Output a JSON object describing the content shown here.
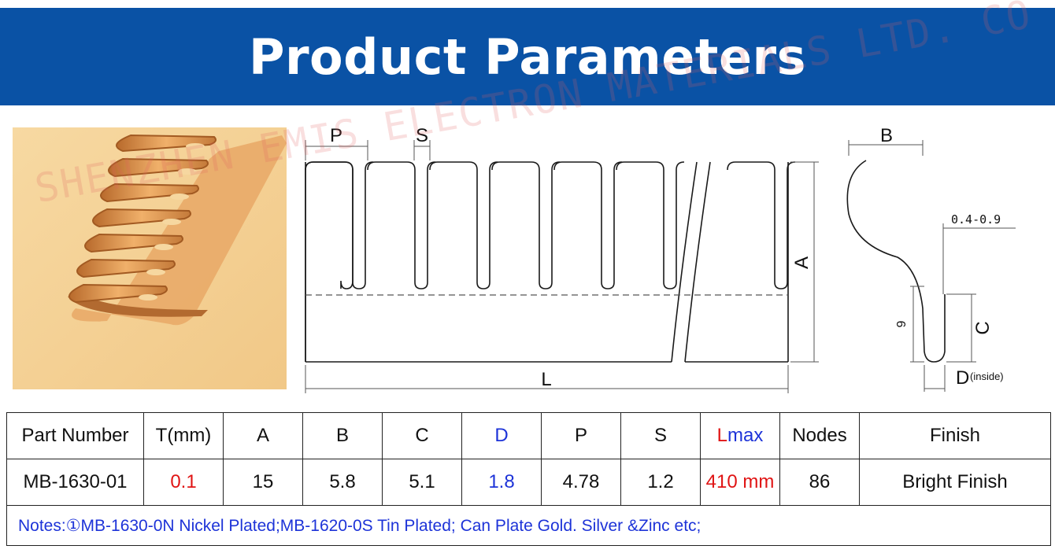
{
  "header": {
    "title": "Product Parameters"
  },
  "watermark": "SHENZHEN EMIS ELECTRON MATERIALS LTD. CO",
  "drawing": {
    "dim_P": "P",
    "dim_S": "S",
    "dim_A": "A",
    "dim_L": "L"
  },
  "side_view": {
    "dim_B": "B",
    "dim_range": "0.4-0.9",
    "dim_9": "9",
    "dim_C": "C",
    "dim_D": "D",
    "dim_D_note": "(inside)"
  },
  "table": {
    "headers": {
      "part_number": "Part Number",
      "t": "T(mm)",
      "a": "A",
      "b": "B",
      "c": "C",
      "d": "D",
      "p": "P",
      "s": "S",
      "lmax_l": "L",
      "lmax_rest": "max",
      "nodes": "Nodes",
      "finish": "Finish"
    },
    "row": {
      "part_number": "MB-1630-01",
      "t": "0.1",
      "a": "15",
      "b": "5.8",
      "c": "5.1",
      "d": "1.8",
      "p": "4.78",
      "s": "1.2",
      "lmax": "410 mm",
      "nodes": "86",
      "finish": "Bright Finish"
    },
    "note": "Notes:①MB-1630-0N Nickel Plated;MB-1620-0S Tin Plated; Can Plate Gold. Silver &Zinc etc;"
  },
  "colors": {
    "header_bg": "#0a52a5",
    "blue_text": "#1d33d8",
    "red_text": "#e01414"
  }
}
